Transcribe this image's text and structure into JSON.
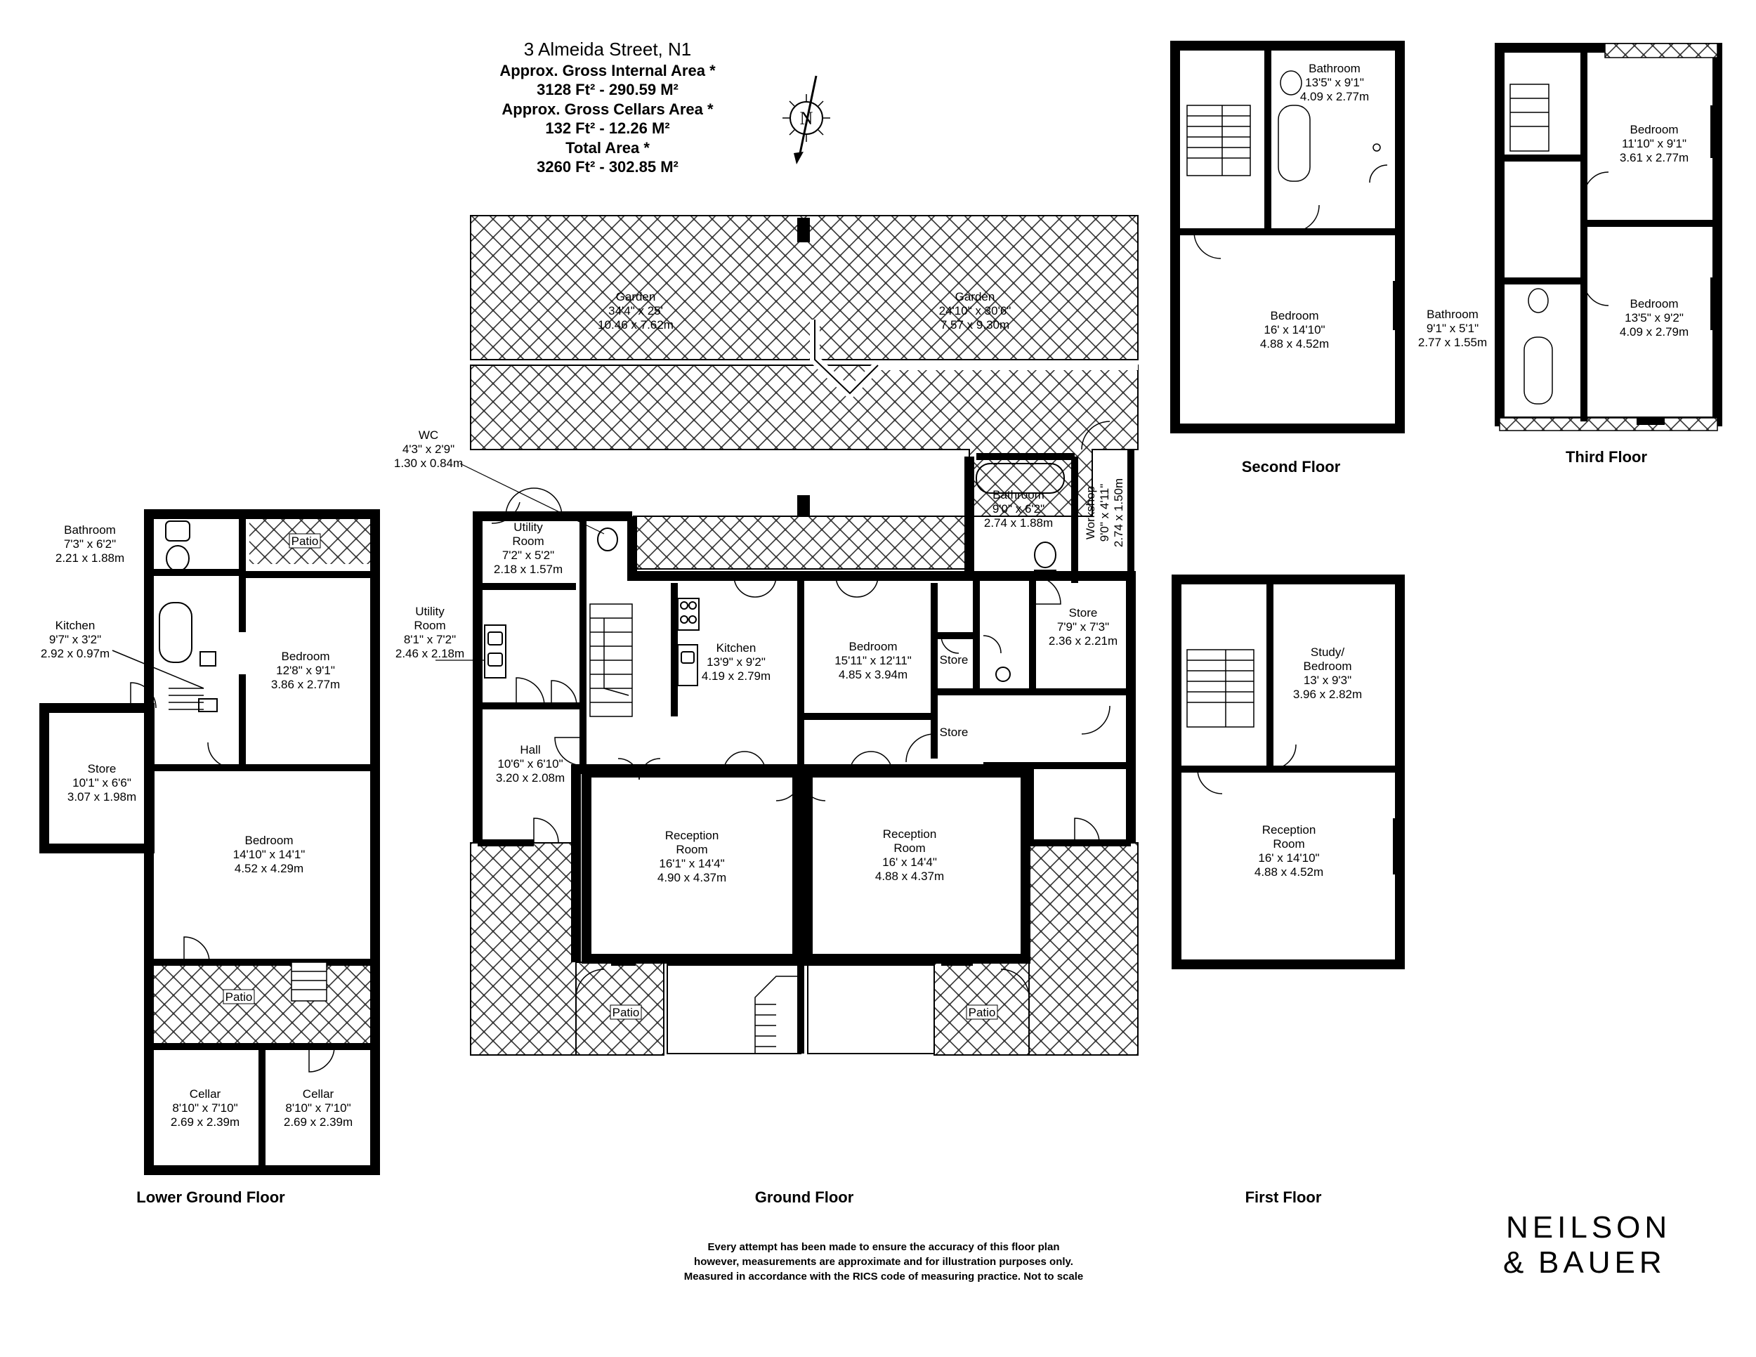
{
  "header": {
    "line1": "3 Almeida Street, N1",
    "line2": "Approx. Gross Internal Area *",
    "line3": "3128 Ft² - 290.59 M²",
    "line4": "Approx. Gross Cellars Area *",
    "line5": "132 Ft² - 12.26 M²",
    "line6": "Total Area *",
    "line7": "3260 Ft² - 302.85 M²"
  },
  "compass": {
    "letter": "N"
  },
  "floors": {
    "lower_ground": "Lower Ground Floor",
    "ground": "Ground Floor",
    "first": "First Floor",
    "second": "Second Floor",
    "third": "Third Floor"
  },
  "lower_ground": {
    "bathroom": [
      "Bathroom",
      "7'3\" x 6'2\"",
      "2.21 x 1.88m"
    ],
    "kitchen": [
      "Kitchen",
      "9'7\" x 3'2\"",
      "2.92 x 0.97m"
    ],
    "bedroom1": [
      "Bedroom",
      "12'8\" x 9'1\"",
      "3.86 x 2.77m"
    ],
    "store": [
      "Store",
      "10'1\" x 6'6\"",
      "3.07 x 1.98m"
    ],
    "bedroom2": [
      "Bedroom",
      "14'10\" x 14'1\"",
      "4.52 x 4.29m"
    ],
    "cellar1": [
      "Cellar",
      "8'10\" x 7'10\"",
      "2.69 x 2.39m"
    ],
    "cellar2": [
      "Cellar",
      "8'10\" x 7'10\"",
      "2.69 x 2.39m"
    ],
    "patio_top": "Patio",
    "patio_mid": "Patio"
  },
  "ground": {
    "garden1": [
      "Garden",
      "34'4\" x 25'",
      "10.46 x 7.62m"
    ],
    "garden2": [
      "Garden",
      "24'10\" x 30'6\"",
      "7.57 x 9.30m"
    ],
    "wc": [
      "WC",
      "4'3\" x 2'9\"",
      "1.30 x 0.84m"
    ],
    "utility1": [
      "Utility",
      "Room",
      "7'2\" x 5'2\"",
      "2.18 x 1.57m"
    ],
    "utility2": [
      "Utility",
      "Room",
      "8'1\" x 7'2\"",
      "2.46 x 2.18m"
    ],
    "kitchen": [
      "Kitchen",
      "13'9\" x 9'2\"",
      "4.19 x 2.79m"
    ],
    "bedroom": [
      "Bedroom",
      "15'11\" x 12'11\"",
      "4.85 x 3.94m"
    ],
    "bathroom": [
      "Bathroom",
      "9'0\" x 6'2\"",
      "2.74 x 1.88m"
    ],
    "workshop": [
      "Workshop",
      "9'0\" x 4'11\"",
      "2.74 x 1.50m"
    ],
    "store_big": [
      "Store",
      "7'9\" x 7'3\"",
      "2.36 x 2.21m"
    ],
    "store_a": "Store",
    "store_b": "Store",
    "hall": [
      "Hall",
      "10'6\" x 6'10\"",
      "3.20 x 2.08m"
    ],
    "reception1": [
      "Reception",
      "Room",
      "16'1\" x 14'4\"",
      "4.90 x 4.37m"
    ],
    "reception2": [
      "Reception",
      "Room",
      "16' x 14'4\"",
      "4.88 x 4.37m"
    ],
    "patio1": "Patio",
    "patio2": "Patio"
  },
  "first": {
    "study": [
      "Study/",
      "Bedroom",
      "13' x 9'3\"",
      "3.96 x 2.82m"
    ],
    "reception": [
      "Reception",
      "Room",
      "16' x 14'10\"",
      "4.88 x 4.52m"
    ]
  },
  "second": {
    "bathroom": [
      "Bathroom",
      "13'5\" x 9'1\"",
      "4.09 x 2.77m"
    ],
    "bedroom": [
      "Bedroom",
      "16' x 14'10\"",
      "4.88 x 4.52m"
    ]
  },
  "third": {
    "bedroom1": [
      "Bedroom",
      "11'10\" x 9'1\"",
      "3.61 x 2.77m"
    ],
    "bedroom2": [
      "Bedroom",
      "13'5\" x 9'2\"",
      "4.09 x 2.79m"
    ],
    "bathroom": [
      "Bathroom",
      "9'1\" x 5'1\"",
      "2.77 x 1.55m"
    ]
  },
  "disclaimer": {
    "line1": "Every attempt has been made to ensure the accuracy of this floor plan",
    "line2": "however, measurements are approximate and for illustration purposes only.",
    "line3": "Measured in accordance with the RICS code of measuring practice. Not to scale"
  },
  "brand": {
    "line1": "NEILSON",
    "amp": "&",
    "line2": "BAUER",
    "ampColor": "#b07a5e",
    "textColor": "#231f20"
  },
  "colors": {
    "wall": "#000000",
    "hatch": "#333333",
    "paper": "#ffffff"
  }
}
